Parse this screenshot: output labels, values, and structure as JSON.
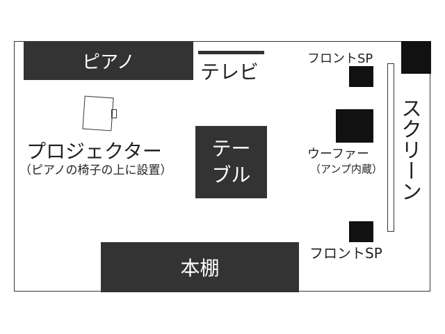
{
  "title": "Room layout",
  "piano": "ピアノ",
  "tv": "テレビ",
  "table": [
    "テー",
    "ブル"
  ],
  "projector": {
    "label": "プロジェクター",
    "note": "（ピアノの椅子の上に設置）"
  },
  "front_sp_top": "フロントSP",
  "front_sp_bottom": "フロントSP",
  "woofer": {
    "label": "ウーファー",
    "note": "（アンプ内蔵）"
  },
  "screen": "スクリーン",
  "bookshelf": "本棚",
  "colors": {
    "furniture": "#333333",
    "speaker": "#111111"
  }
}
